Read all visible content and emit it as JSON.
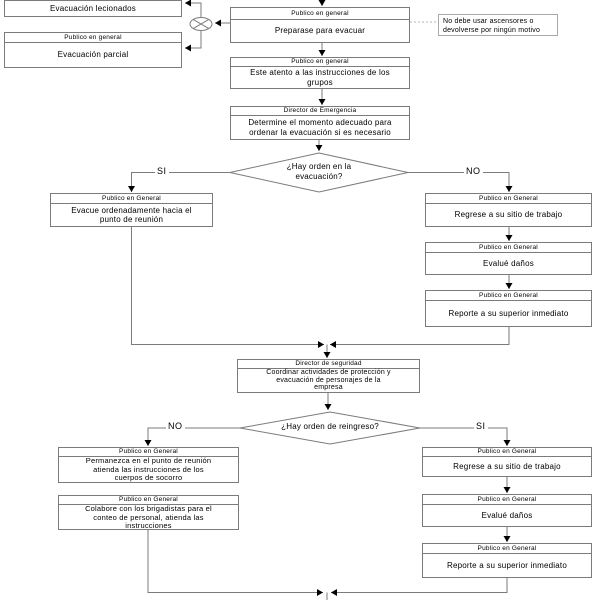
{
  "colors": {
    "line": "#7b7b7b",
    "arrowhead": "#000000",
    "text": "#000000",
    "background": "#ffffff"
  },
  "flow": {
    "boxes": [
      {
        "body": "Evacuación lecionados"
      },
      {
        "header": "Publico en general",
        "body": "Evacuación parcial"
      },
      {
        "header": "Publico en general",
        "body": "Preparase para evacuar"
      },
      {
        "header": "Publico en general",
        "body": "Este atento a las instrucciones de los\ngrupos"
      },
      {
        "header": "Director de Emergencia",
        "body": "Determine el momento adecuado para\nordenar la evacuación si es necesario"
      },
      {
        "header": "Publico en General",
        "body": "Evacue ordenadamente hacia el\npunto de reunión"
      },
      {
        "header": "Publico en General",
        "body": "Regrese a su sitio de trabajo"
      },
      {
        "header": "Publico en General",
        "body": "Evalué daños"
      },
      {
        "header": "Publico en General",
        "body": "Reporte a su superior inmediato"
      },
      {
        "header": "Director de seguridad",
        "body": "Coordinar actividades de protección y\nevacuación de personajes de la\nempresa"
      },
      {
        "header": "Publico en General",
        "body": "Permanezca en el punto de reunión\natienda las instrucciones de los\ncuerpos de socorro"
      },
      {
        "header": "Publico en General",
        "body": "Colabore con los brigadistas para el\nconteo de personal, atienda las\ninstrucciones"
      },
      {
        "header": "Publico en General",
        "body": "Regrese a su sitio de trabajo"
      },
      {
        "header": "Publico en General",
        "body": "Evalué daños"
      },
      {
        "header": "Publico en General",
        "body": "Reporte a su superior inmediato"
      }
    ],
    "decisions": [
      {
        "text": "¿Hay orden en la\nevacuación?"
      },
      {
        "text": "¿Hay orden de reingreso?"
      }
    ],
    "branches": {
      "d1_si": "SI",
      "d1_no": "NO",
      "d2_no": "NO",
      "d2_si": "SI"
    },
    "note": "No debe usar ascensores o\ndevolverse por ningún motivo"
  }
}
